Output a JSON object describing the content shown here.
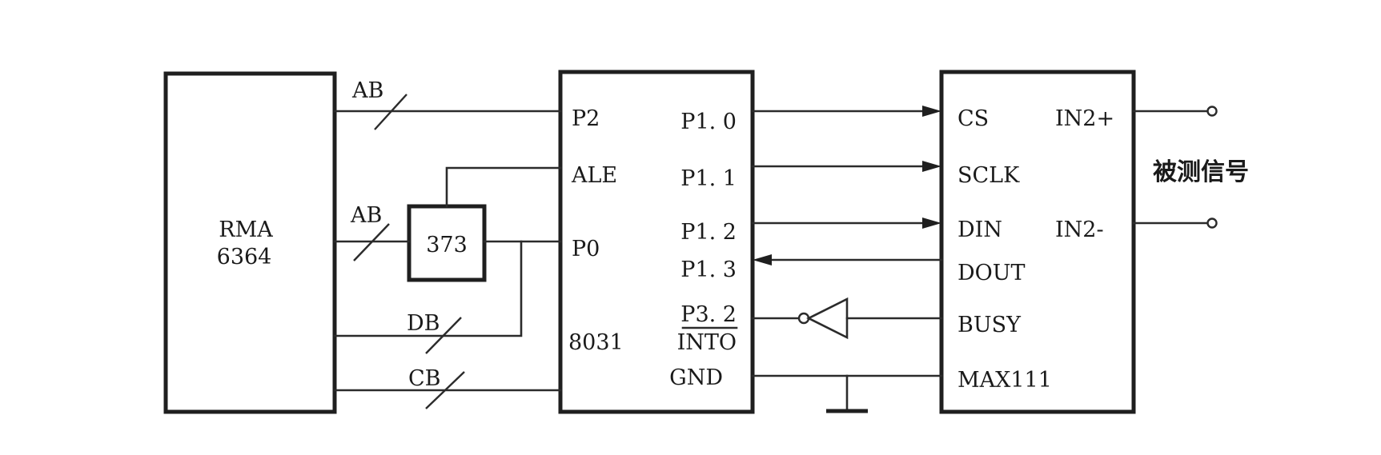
{
  "ram": {
    "line1": "RMA",
    "line2": "6364"
  },
  "latch": {
    "label": "373"
  },
  "mcu": {
    "pins_left": {
      "p2": "P2",
      "ale": "ALE",
      "p0": "P0",
      "name": "8031"
    },
    "pins_right": {
      "p10": "P1. 0",
      "p11": "P1. 1",
      "p12": "P1. 2",
      "p13": "P1. 3",
      "p32": "P3. 2",
      "int0": "INTO",
      "gnd": "GND"
    }
  },
  "adc": {
    "pins_left": {
      "cs": "CS",
      "sclk": "SCLK",
      "din": "DIN",
      "dout": "DOUT",
      "busy": "BUSY",
      "name": "MAX111"
    },
    "pins_right": {
      "in_pos": "IN2+",
      "in_neg": "IN2-"
    }
  },
  "buses": {
    "ab_top": "AB",
    "ab_lower": "AB",
    "db": "DB",
    "cb": "CB"
  },
  "signal_label": "被测信号"
}
